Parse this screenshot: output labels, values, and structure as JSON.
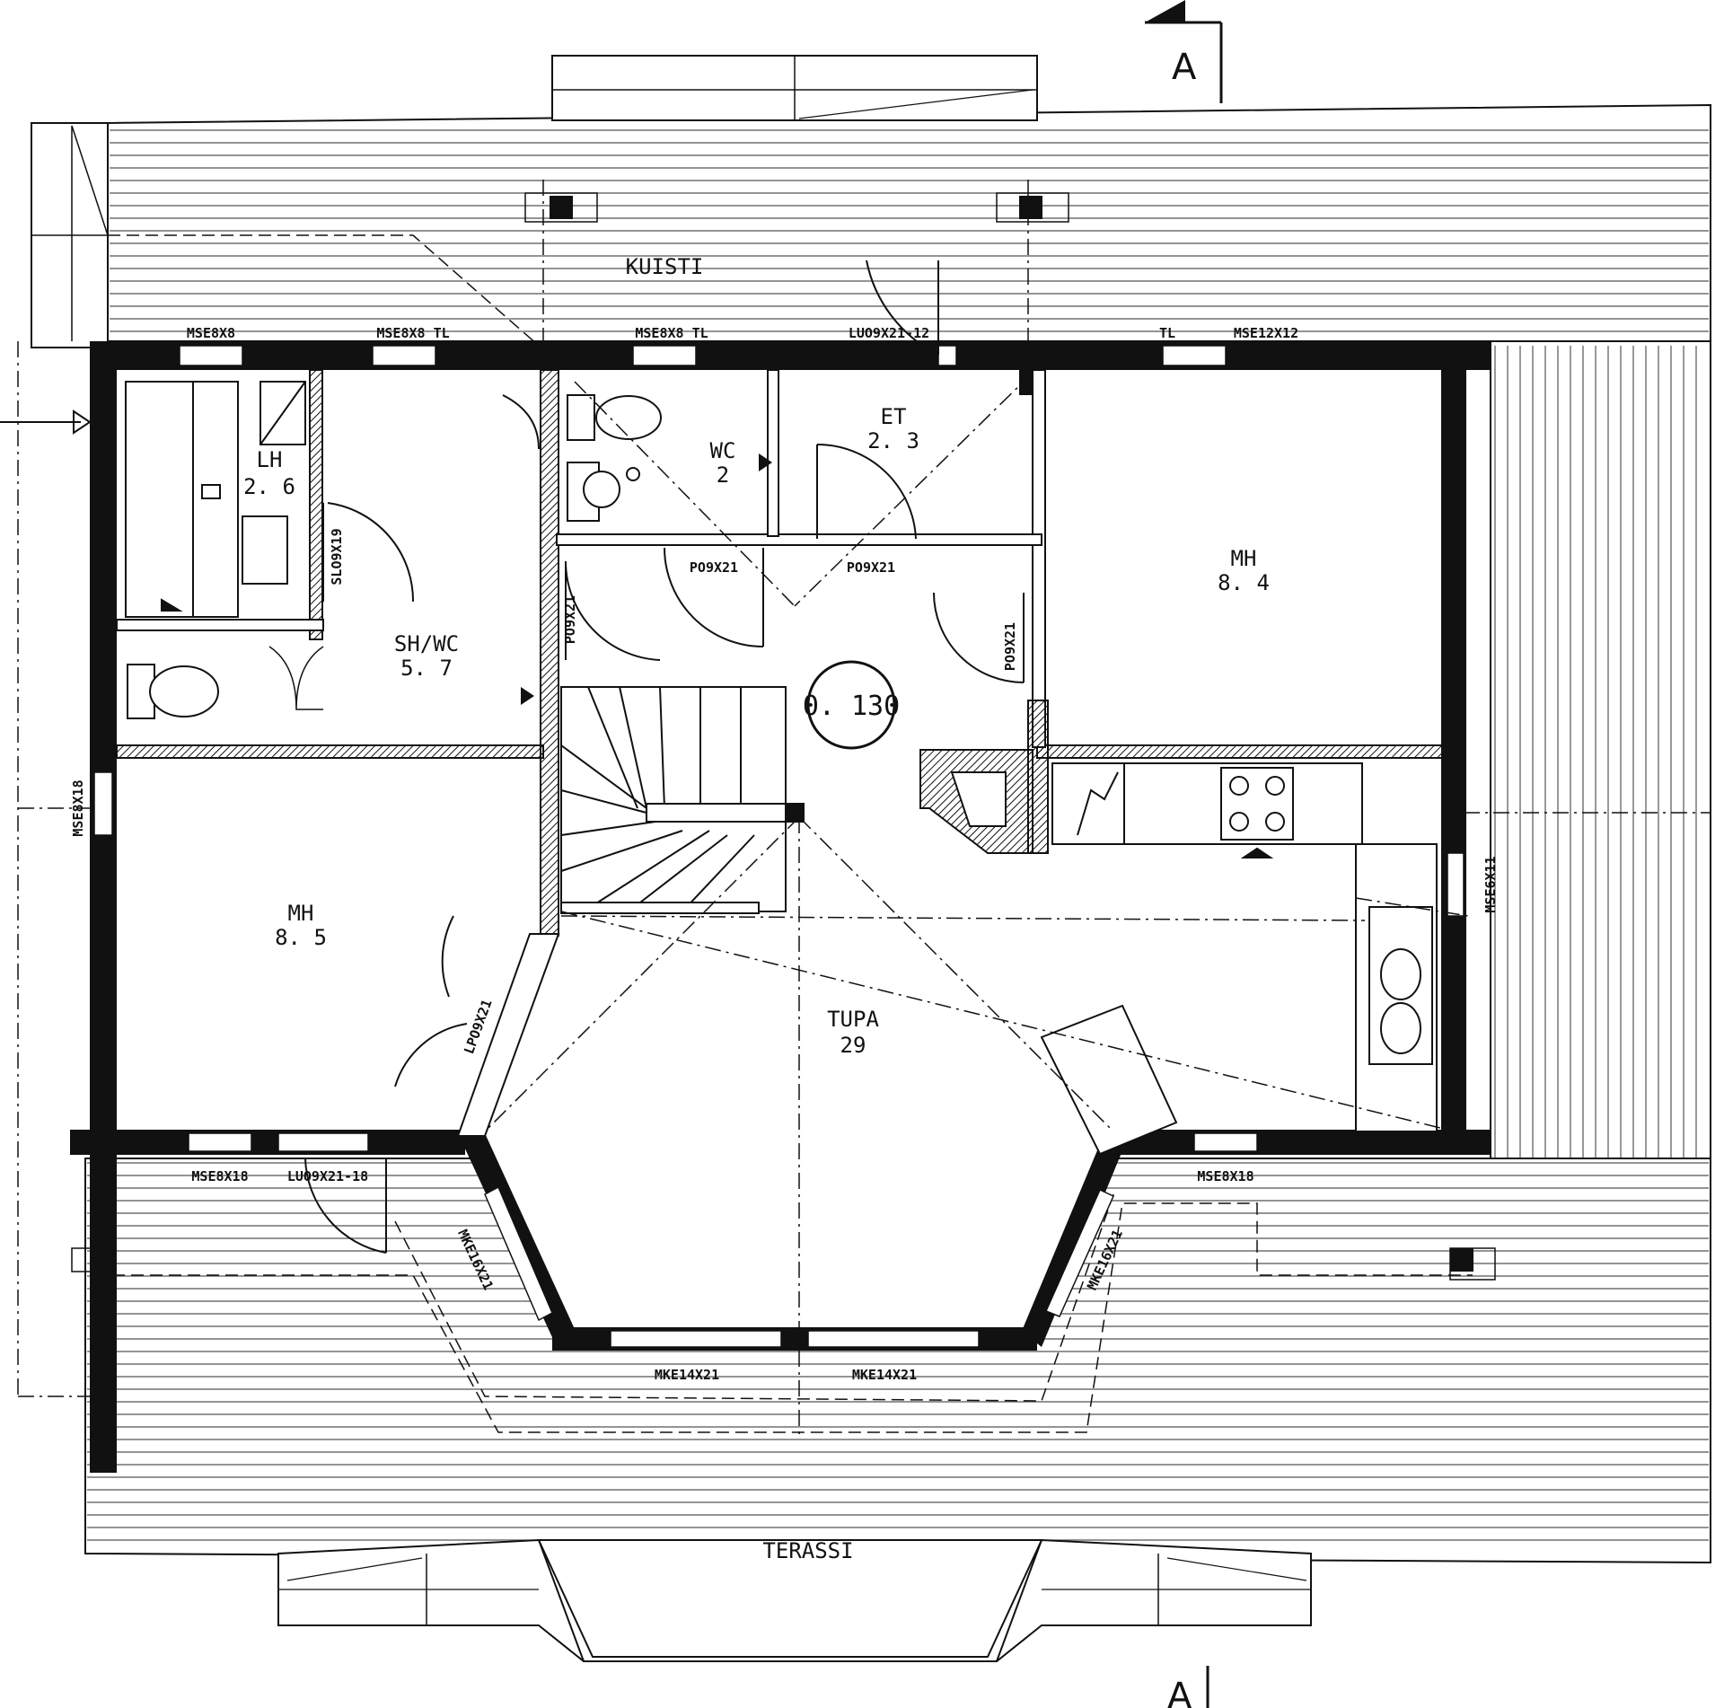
{
  "section_markers": {
    "top": "A",
    "bottom": "A"
  },
  "rooms": {
    "kuisti": "KUISTI",
    "lh_name": "LH",
    "lh_area": "2. 6",
    "shwc_name": "SH/WC",
    "shwc_area": "5. 7",
    "wc_name": "WC",
    "wc_area": "2",
    "et_name": "ET",
    "et_area": "2. 3",
    "mh_right_name": "MH",
    "mh_right_area": "8. 4",
    "mh_left_name": "MH",
    "mh_left_area": "8. 5",
    "tupa_name": "TUPA",
    "tupa_area": "29",
    "terassi": "TERASSI"
  },
  "elevation_mark": "0. 130",
  "openings": {
    "top": [
      "MSE8X8",
      "MSE8X8 TL",
      "MSE8X8 TL",
      "LUO9X21-12",
      "TL",
      "MSE12X12"
    ],
    "interior": [
      "SLO9X19",
      "PO9X21",
      "PO9X21",
      "PO9X21",
      "PO9X21",
      "LPO9X21"
    ],
    "left": "MSE8X18",
    "right": "MSE6X11",
    "bottom_left": [
      "MSE8X18",
      "LUO9X21-18"
    ],
    "bottom_right": "MSE8X18",
    "bay_left": "MKE16X21",
    "bay_right": "MKE16X21",
    "bay_front": [
      "MKE14X21",
      "MKE14X21"
    ]
  }
}
